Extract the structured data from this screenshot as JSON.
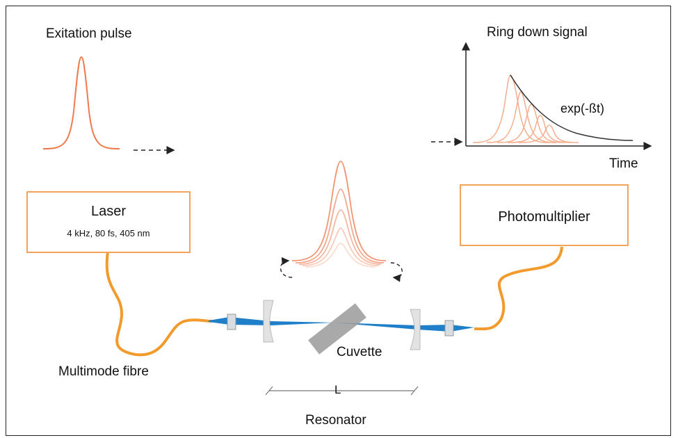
{
  "labels": {
    "excitation": "Exitation pulse",
    "ringdown": "Ring down signal",
    "formula": "exp(-ßt)",
    "time": "Time",
    "multimode": "Multimode fibre",
    "cuvette": "Cuvette",
    "length": "L",
    "resonator": "Resonator"
  },
  "laser": {
    "title": "Laser",
    "specs": "4 kHz, 80 fs, 405 nm"
  },
  "detector": {
    "title": "Photomultiplier"
  },
  "colors": {
    "pulse": "#f07a4f",
    "fibre": "#f39a2c",
    "beam": "#1f7fc8",
    "box_border": "#f4a35a",
    "cuvette": "#9a9a9a"
  },
  "icons": [
    "dashed-arrow-icon",
    "circulation-arrow-icon",
    "lens-icon",
    "mirror-icon"
  ]
}
